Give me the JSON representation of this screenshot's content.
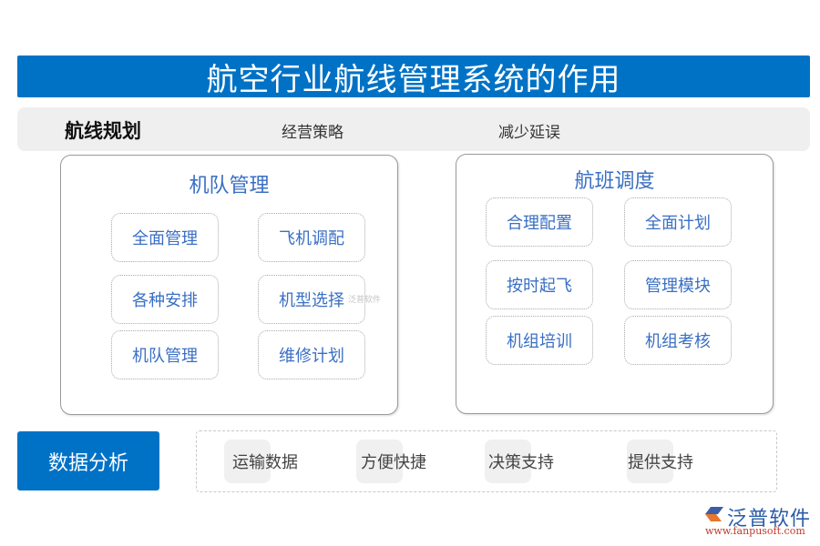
{
  "title": "航空行业航线管理系统的作用",
  "route_bar": {
    "main": "航线规划",
    "items": [
      "经营策略",
      "减少延误"
    ]
  },
  "fleet_panel": {
    "title": "机队管理",
    "items": [
      "全面管理",
      "飞机调配",
      "各种安排",
      "机型选择",
      "机队管理",
      "维修计划"
    ]
  },
  "flight_panel": {
    "title": "航班调度",
    "items": [
      "合理配置",
      "全面计划",
      "按时起飞",
      "管理模块",
      "机组培训",
      "机组考核"
    ]
  },
  "data_analysis": {
    "label": "数据分析",
    "items": [
      "运输数据",
      "方便快捷",
      "决策支持",
      "提供支持"
    ]
  },
  "logo": {
    "brand": "泛普软件",
    "url": "www.fanpusoft.com"
  },
  "watermark": "泛普软件",
  "colors": {
    "primary_blue": "#0072c6",
    "text_blue": "#3a6fc4",
    "bar_gray": "#efefef"
  }
}
